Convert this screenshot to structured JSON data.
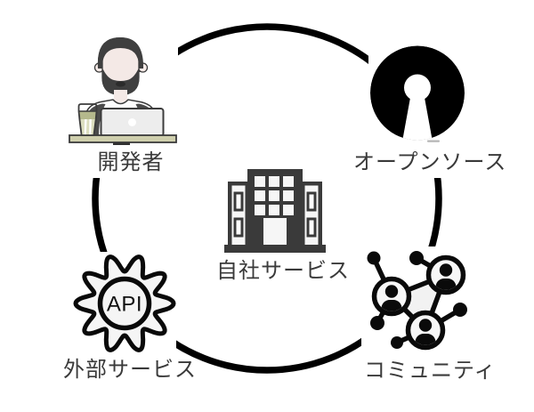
{
  "diagram": {
    "ring_color": "#000000",
    "label_color": "#3a3a3a",
    "icon_dark": "#3a3a3a",
    "icon_light": "#f5f5f5",
    "nodes": {
      "developer": {
        "label": "開発者",
        "icon": "developer-at-laptop"
      },
      "open_source": {
        "label": "オープンソース",
        "icon": "open-source-keyhole"
      },
      "company_service": {
        "label": "自社サービス",
        "icon": "office-building"
      },
      "external_service": {
        "label": "外部サービス",
        "icon": "api-gear",
        "badge": "API"
      },
      "community": {
        "label": "コミュニティ",
        "icon": "people-network"
      }
    }
  }
}
